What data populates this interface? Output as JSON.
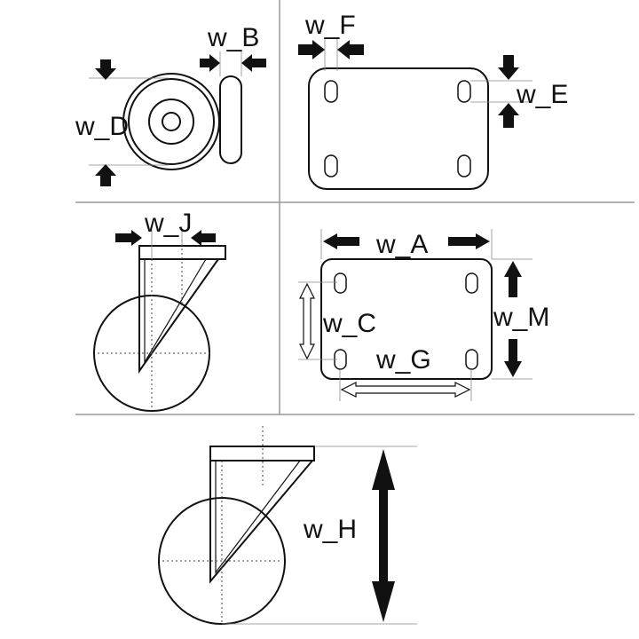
{
  "labels": {
    "b": "w_B",
    "d": "w_D",
    "f": "w_F",
    "e": "w_E",
    "j": "w_J",
    "a": "w_A",
    "c": "w_C",
    "m": "w_M",
    "g": "w_G",
    "h": "w_H"
  }
}
